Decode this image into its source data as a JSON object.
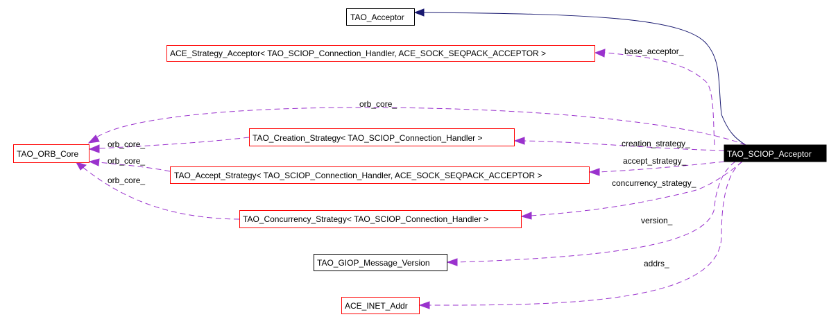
{
  "nodes": {
    "tao_acceptor": "TAO_Acceptor",
    "ace_strategy_acceptor": "ACE_Strategy_Acceptor< TAO_SCIOP_Connection_Handler, ACE_SOCK_SEQPACK_ACCEPTOR >",
    "tao_orb_core": "TAO_ORB_Core",
    "tao_creation_strategy": "TAO_Creation_Strategy< TAO_SCIOP_Connection_Handler >",
    "tao_accept_strategy": "TAO_Accept_Strategy< TAO_SCIOP_Connection_Handler, ACE_SOCK_SEQPACK_ACCEPTOR >",
    "tao_concurrency_strategy": "TAO_Concurrency_Strategy< TAO_SCIOP_Connection_Handler >",
    "tao_giop_message_version": "TAO_GIOP_Message_Version",
    "ace_inet_addr": "ACE_INET_Addr",
    "tao_sciop_acceptor": "TAO_SCIOP_Acceptor"
  },
  "edge_labels": {
    "base_acceptor": "base_acceptor_",
    "orb_core_top": "orb_core_",
    "orb_core_creation": "orb_core_",
    "orb_core_accept": "orb_core_",
    "orb_core_concurrency": "orb_core_",
    "creation_strategy": "creation_strategy_",
    "accept_strategy": "accept_strategy_",
    "concurrency_strategy": "concurrency_strategy_",
    "version": "version_",
    "addrs": "addrs_"
  },
  "colors": {
    "usage_edge": "#9a32cd",
    "inheritance_edge": "#191970",
    "node_border": "#ff0000"
  }
}
